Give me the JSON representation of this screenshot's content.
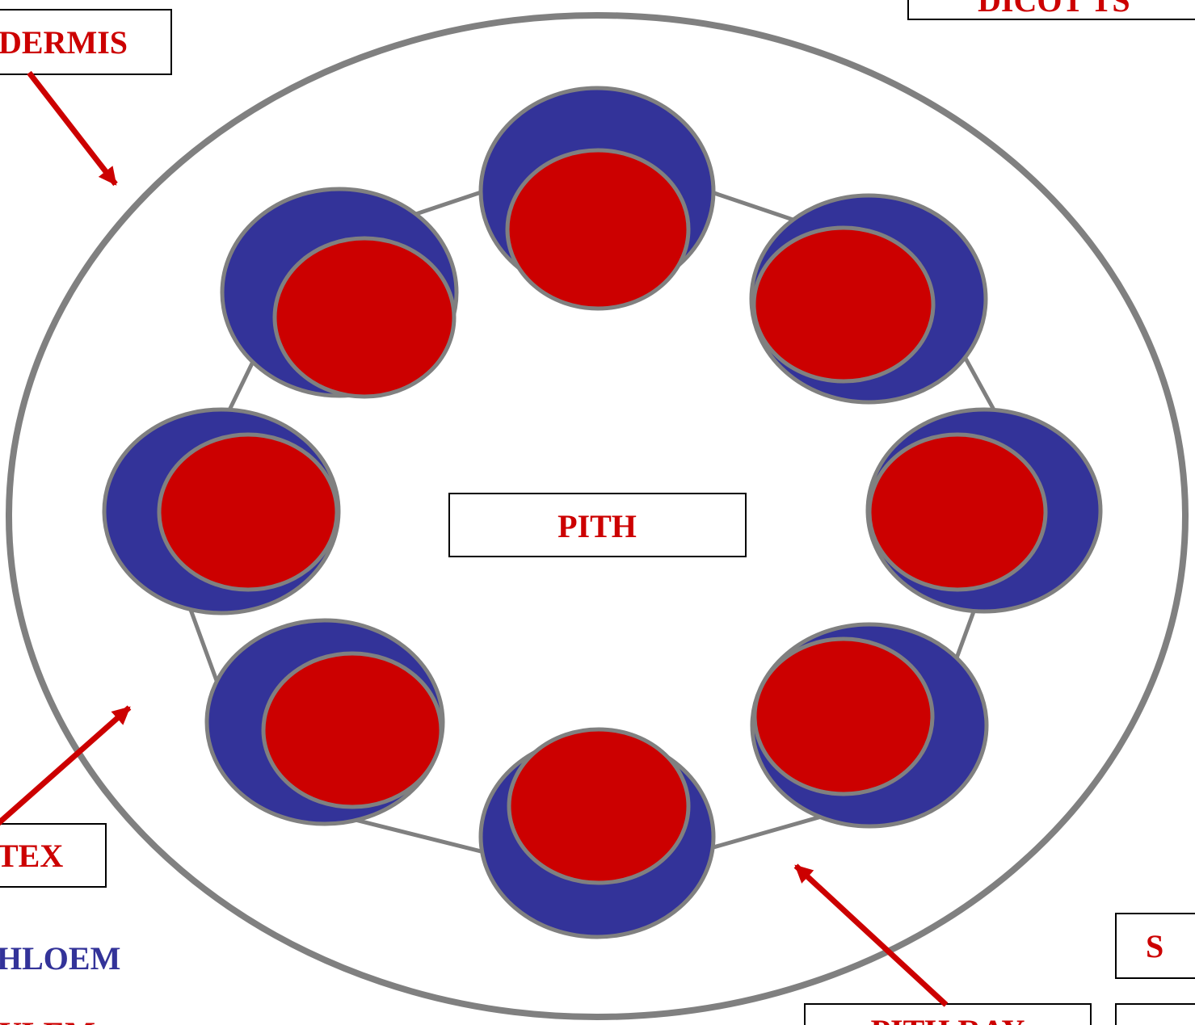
{
  "colors": {
    "phloem": "#333399",
    "xylem": "#cc0000",
    "outline": "#808080",
    "arrow": "#cc0000",
    "label_red": "#cc0000",
    "label_blue": "#333399"
  },
  "labels": {
    "title": "DICOT  TS",
    "epidermis": "DERMIS",
    "pith": "PITH",
    "cortex": "TEX",
    "phloem": "HLOEM",
    "xylem": "YLEM",
    "pith_ray": "PITH RAY",
    "stem": "S"
  }
}
